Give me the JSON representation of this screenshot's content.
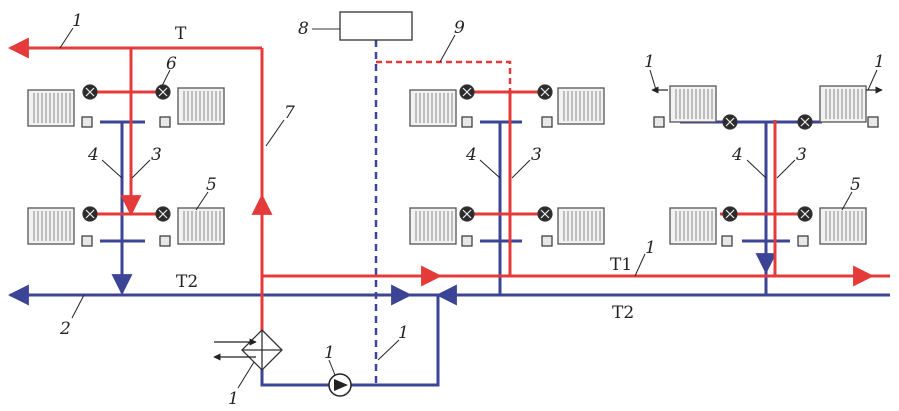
{
  "colors": {
    "supply": "#e53a3a",
    "return": "#3c4496",
    "label": "#222222",
    "radiator_fill": "#f2f2f2",
    "radiator_stroke": "#555555"
  },
  "labels": {
    "supply_main_top": "T",
    "return_main_left": "T2",
    "supply_main_right": "T1",
    "return_main_right": "T2",
    "expansion_tank": "8",
    "overflow_pipe": "9",
    "riser_supply_7": "7",
    "n1": "1",
    "n2": "2",
    "n3": "3",
    "n4": "4",
    "n5": "5",
    "n6": "6"
  },
  "icons": {
    "radiator": "radiator-icon",
    "valve": "valve-icon",
    "thermostatic_valve": "thermostatic-valve-icon",
    "pump": "pump-icon",
    "heat_exchanger": "heat-exchanger-icon",
    "expansion_tank": "expansion-tank-icon"
  }
}
